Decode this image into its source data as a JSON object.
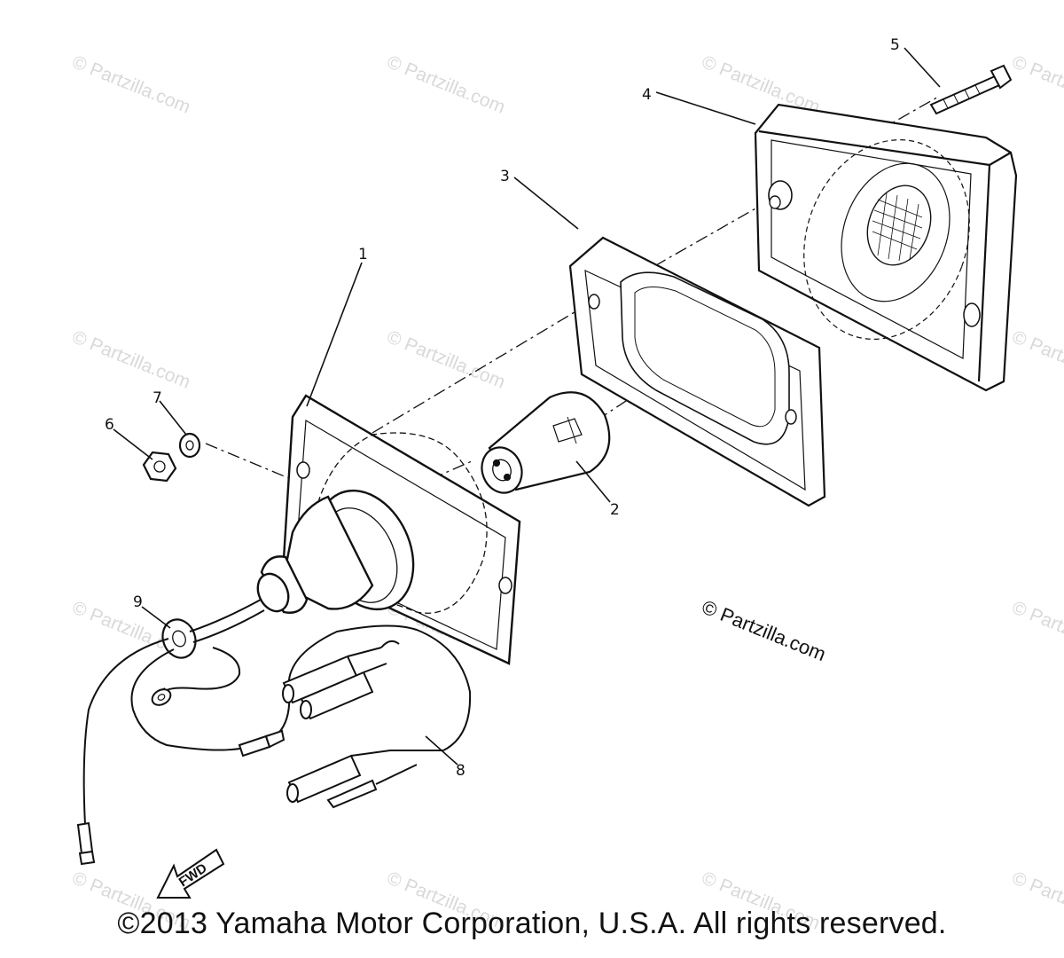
{
  "diagram": {
    "callouts": [
      {
        "id": "1",
        "label": "1"
      },
      {
        "id": "2",
        "label": "2"
      },
      {
        "id": "3",
        "label": "3"
      },
      {
        "id": "4",
        "label": "4"
      },
      {
        "id": "5",
        "label": "5"
      },
      {
        "id": "6",
        "label": "6"
      },
      {
        "id": "7",
        "label": "7"
      },
      {
        "id": "8",
        "label": "8"
      },
      {
        "id": "9",
        "label": "9"
      }
    ],
    "direction_label": "FWD",
    "watermark": "© Partzilla.com",
    "partzilla_credit": "© Partzilla.com"
  },
  "footer": {
    "copyright": "©2013 Yamaha Motor Corporation, U.S.A. All rights reserved."
  }
}
